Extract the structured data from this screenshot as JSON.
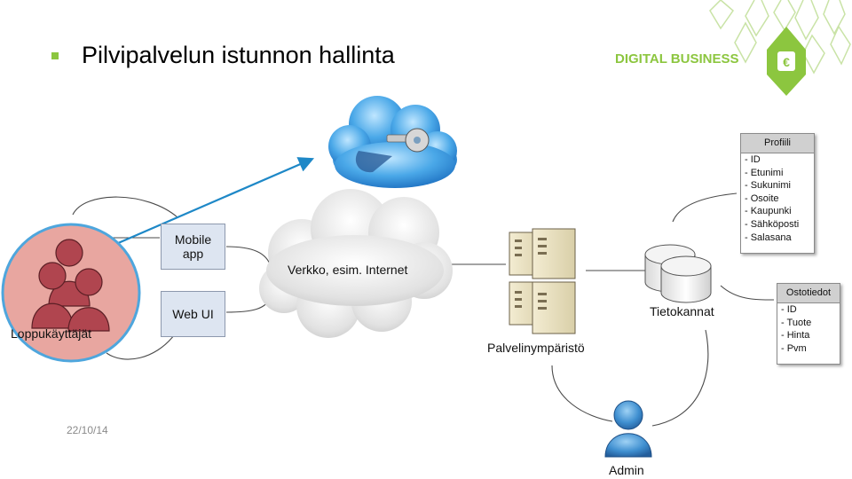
{
  "slide": {
    "title": "Pilvipalvelun istunnon hallinta",
    "brand": "DIGITAL BUSINESS",
    "date": "22/10/14"
  },
  "nodes": {
    "users_label": "Loppukäyttäjät",
    "mobile_app": "Mobile\napp",
    "web_ui": "Web UI",
    "network": "Verkko, esim. Internet",
    "servers": "Palvelinympäristö",
    "databases": "Tietokannat",
    "admin": "Admin"
  },
  "tables": {
    "profile": {
      "header": "Profiili",
      "fields": [
        "- ID",
        "- Etunimi",
        "- Sukunimi",
        "- Osoite",
        "- Kaupunki",
        "- Sähköposti",
        "- Salasana"
      ]
    },
    "orders": {
      "header": "Ostotiedot",
      "fields": [
        "- ID",
        "- Tuote",
        "- Hinta",
        "- Pvm"
      ]
    }
  },
  "colors": {
    "brand_green": "#8cc63f",
    "arrow_blue": "#1e88c7",
    "users_fill": "#e8a6a0",
    "box_fill": "#dde5f1"
  }
}
